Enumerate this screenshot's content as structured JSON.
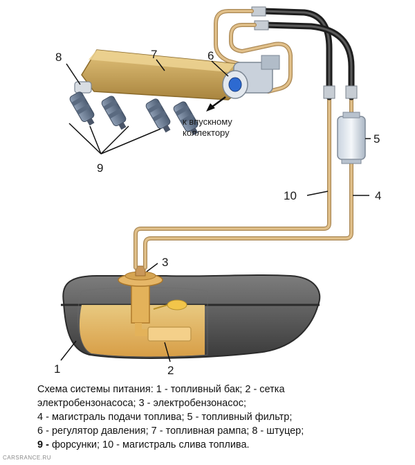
{
  "diagram": {
    "callouts": {
      "c1": "1",
      "c2": "2",
      "c3": "3",
      "c4": "4",
      "c5": "5",
      "c6": "6",
      "c7": "7",
      "c8": "8",
      "c9": "9",
      "c10": "10"
    },
    "manifold_note": [
      "к впускному",
      "коллектору"
    ]
  },
  "caption": {
    "line1": "Схема системы питания: 1 - топливный бак; 2 - сетка",
    "line2": "электробензонасоса; 3 - электробензонасос;",
    "line3": "4 - магистраль подачи топлива; 5 - топливный фильтр;",
    "line4": "6 - регулятор давления; 7 - топливная рампа; 8 - штуцер;",
    "line5_bold": "9 - ",
    "line5_rest": "форсунки; 10 - магистраль слива топлива."
  },
  "watermark": "CARSRANCE.RU",
  "colors": {
    "tube": "#d9b27c",
    "tube_dark": "#a98652",
    "rail": "#c9a45a",
    "hose": "#2a2a2a",
    "tank": "#4f4f4f",
    "fuel": "#f3c36a",
    "injector": "#6e7f96"
  }
}
